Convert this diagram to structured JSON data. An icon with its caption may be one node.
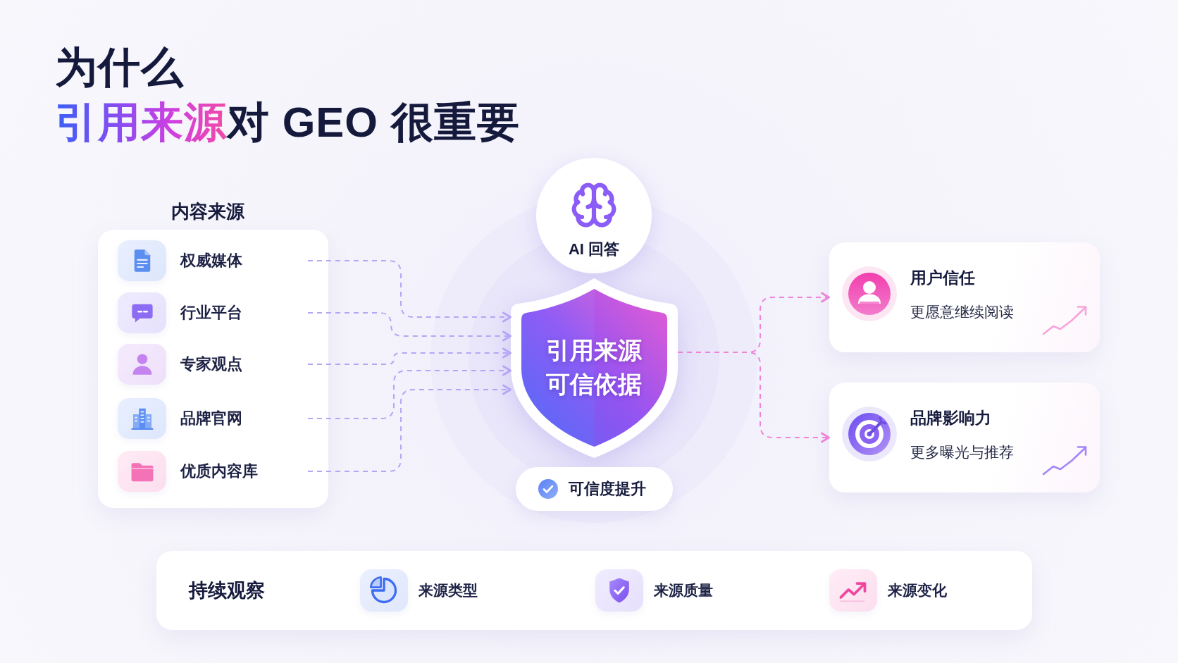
{
  "diagram": {
    "title": "为什么**引用来源**对 GEO 很重要",
    "nodes": [
      {
        "text": [
          "内容来源"
        ]
      },
      {
        "text": [
          "权威媒体"
        ],
        "in": 0
      },
      {
        "text": [
          "行业平台"
        ],
        "in": 0
      },
      {
        "text": [
          "专家观点"
        ],
        "in": 0
      },
      {
        "text": [
          "品牌官网"
        ],
        "in": 0
      },
      {
        "text": [
          "优质内容库"
        ],
        "in": 0
      },
      {
        "text": [
          "AI 回答"
        ]
      },
      {
        "text": [
          "引用来源可信依据"
        ]
      },
      {
        "text": [
          "可信度提升"
        ]
      },
      {
        "text": [
          "用户信任",
          "更愿意继续阅读"
        ]
      },
      {
        "text": [
          "品牌影响力",
          "更多曝光与推荐"
        ]
      },
      {
        "text": [
          "持续观察",
          "来源类型",
          "来源质量",
          "来源变化"
        ]
      }
    ],
    "edges": [
      {
        "from": 1,
        "to": 7,
        "arrow": "to",
        "style": "dashed"
      },
      {
        "from": 2,
        "to": 7,
        "arrow": "to",
        "style": "dashed"
      },
      {
        "from": 3,
        "to": 7,
        "arrow": "to",
        "style": "dashed"
      },
      {
        "from": 4,
        "to": 7,
        "arrow": "to",
        "style": "dashed"
      },
      {
        "from": 5,
        "to": 7,
        "arrow": "to",
        "style": "dashed"
      },
      {
        "from": 7,
        "to": 9,
        "arrow": "to",
        "style": "dashed",
        "color": "#ee84d8"
      },
      {
        "from": 7,
        "to": 10,
        "arrow": "to",
        "style": "dashed",
        "color": "#ee84d8"
      }
    ]
  }
}
